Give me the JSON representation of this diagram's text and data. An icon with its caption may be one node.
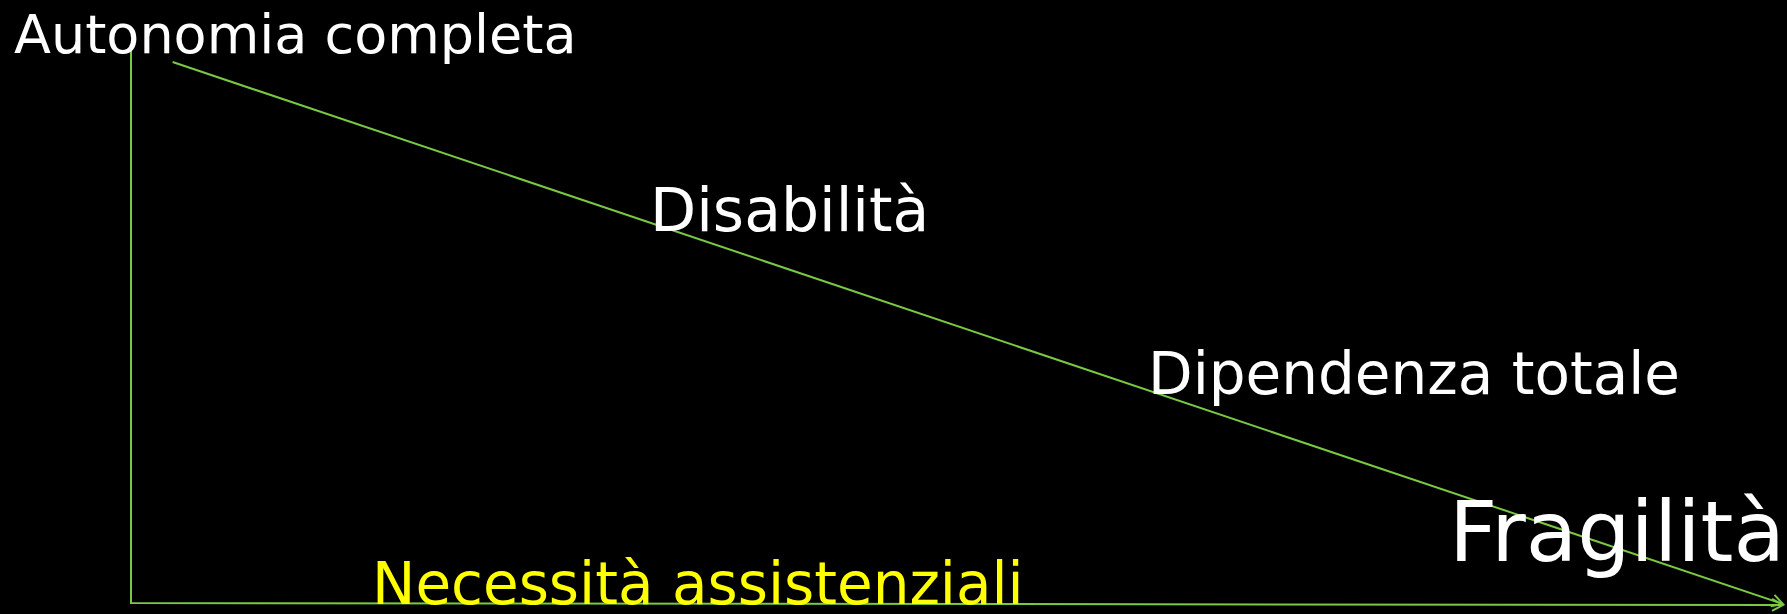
{
  "diagram": {
    "nodes": [
      {
        "text": [
          "Autonomia completa"
        ]
      },
      {
        "text": [
          "Fragilità"
        ]
      }
    ],
    "edges": [
      {
        "from": 0,
        "to": 1,
        "arrow": "to"
      }
    ],
    "labels": [
      "Disabilità",
      "Dipendenza totale",
      "Necessità assistenziali"
    ]
  }
}
